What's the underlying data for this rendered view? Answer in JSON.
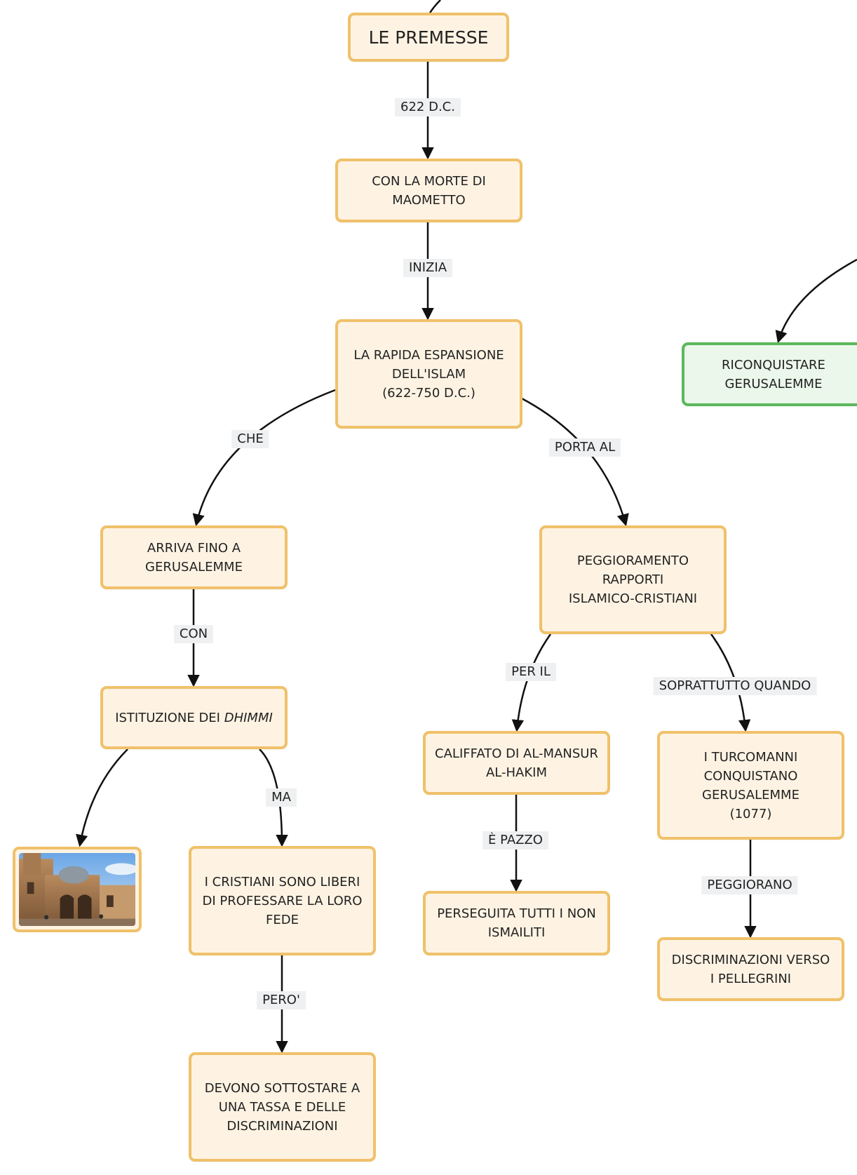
{
  "nodes": {
    "premesse": "LE PREMESSE",
    "morte": "CON LA MORTE DI\nMAOMETTO",
    "espansione": "LA RAPIDA ESPANSIONE\nDELL'ISLAM\n(622-750 D.C.)",
    "riconquistare": "RICONQUISTARE\nGERUSALEMME",
    "arriva": "ARRIVA FINO A\nGERUSALEMME",
    "peggioramento": "PEGGIORAMENTO\nRAPPORTI\nISLAMICO-CRISTIANI",
    "istituzione": "ISTITUZIONE DEI ",
    "istituzione_term": "DHIMMI",
    "califfato": "CALIFFATO DI AL-MANSUR\nAL-HAKIM",
    "turcomanni": "I TURCOMANNI\nCONQUISTANO\nGERUSALEMME\n(1077)",
    "cristiani": "I CRISTIANI SONO LIBERI\nDI PROFESSARE LA LORO\nFEDE",
    "perseguita": "PERSEGUITA TUTTI I NON\nISMAILITI",
    "discriminazioni_pellegrini": "DISCRIMINAZIONI VERSO\nI PELLEGRINI",
    "tassa": "DEVONO SOTTOSTARE A\nUNA TASSA E DELLE\nDISCRIMINAZIONI"
  },
  "links": {
    "l622": "622 D.C.",
    "inizia": "INIZIA",
    "che": "CHE",
    "porta": "PORTA AL",
    "con": "CON",
    "peril": "PER IL",
    "soprattutto": "SOPRATTUTTO QUANDO",
    "ma": "MA",
    "pazzo": "È PAZZO",
    "peggiorano": "PEGGIORANO",
    "pero": "PERO'"
  },
  "images": {
    "jerusalem_photo": "church-photo"
  },
  "colors": {
    "node_fill": "#fef3e3",
    "node_border": "#f0c16a",
    "highlight_fill": "#ebf7ea",
    "highlight_border": "#5cb85c",
    "label_bg": "#eff0f1",
    "line": "#111111"
  }
}
